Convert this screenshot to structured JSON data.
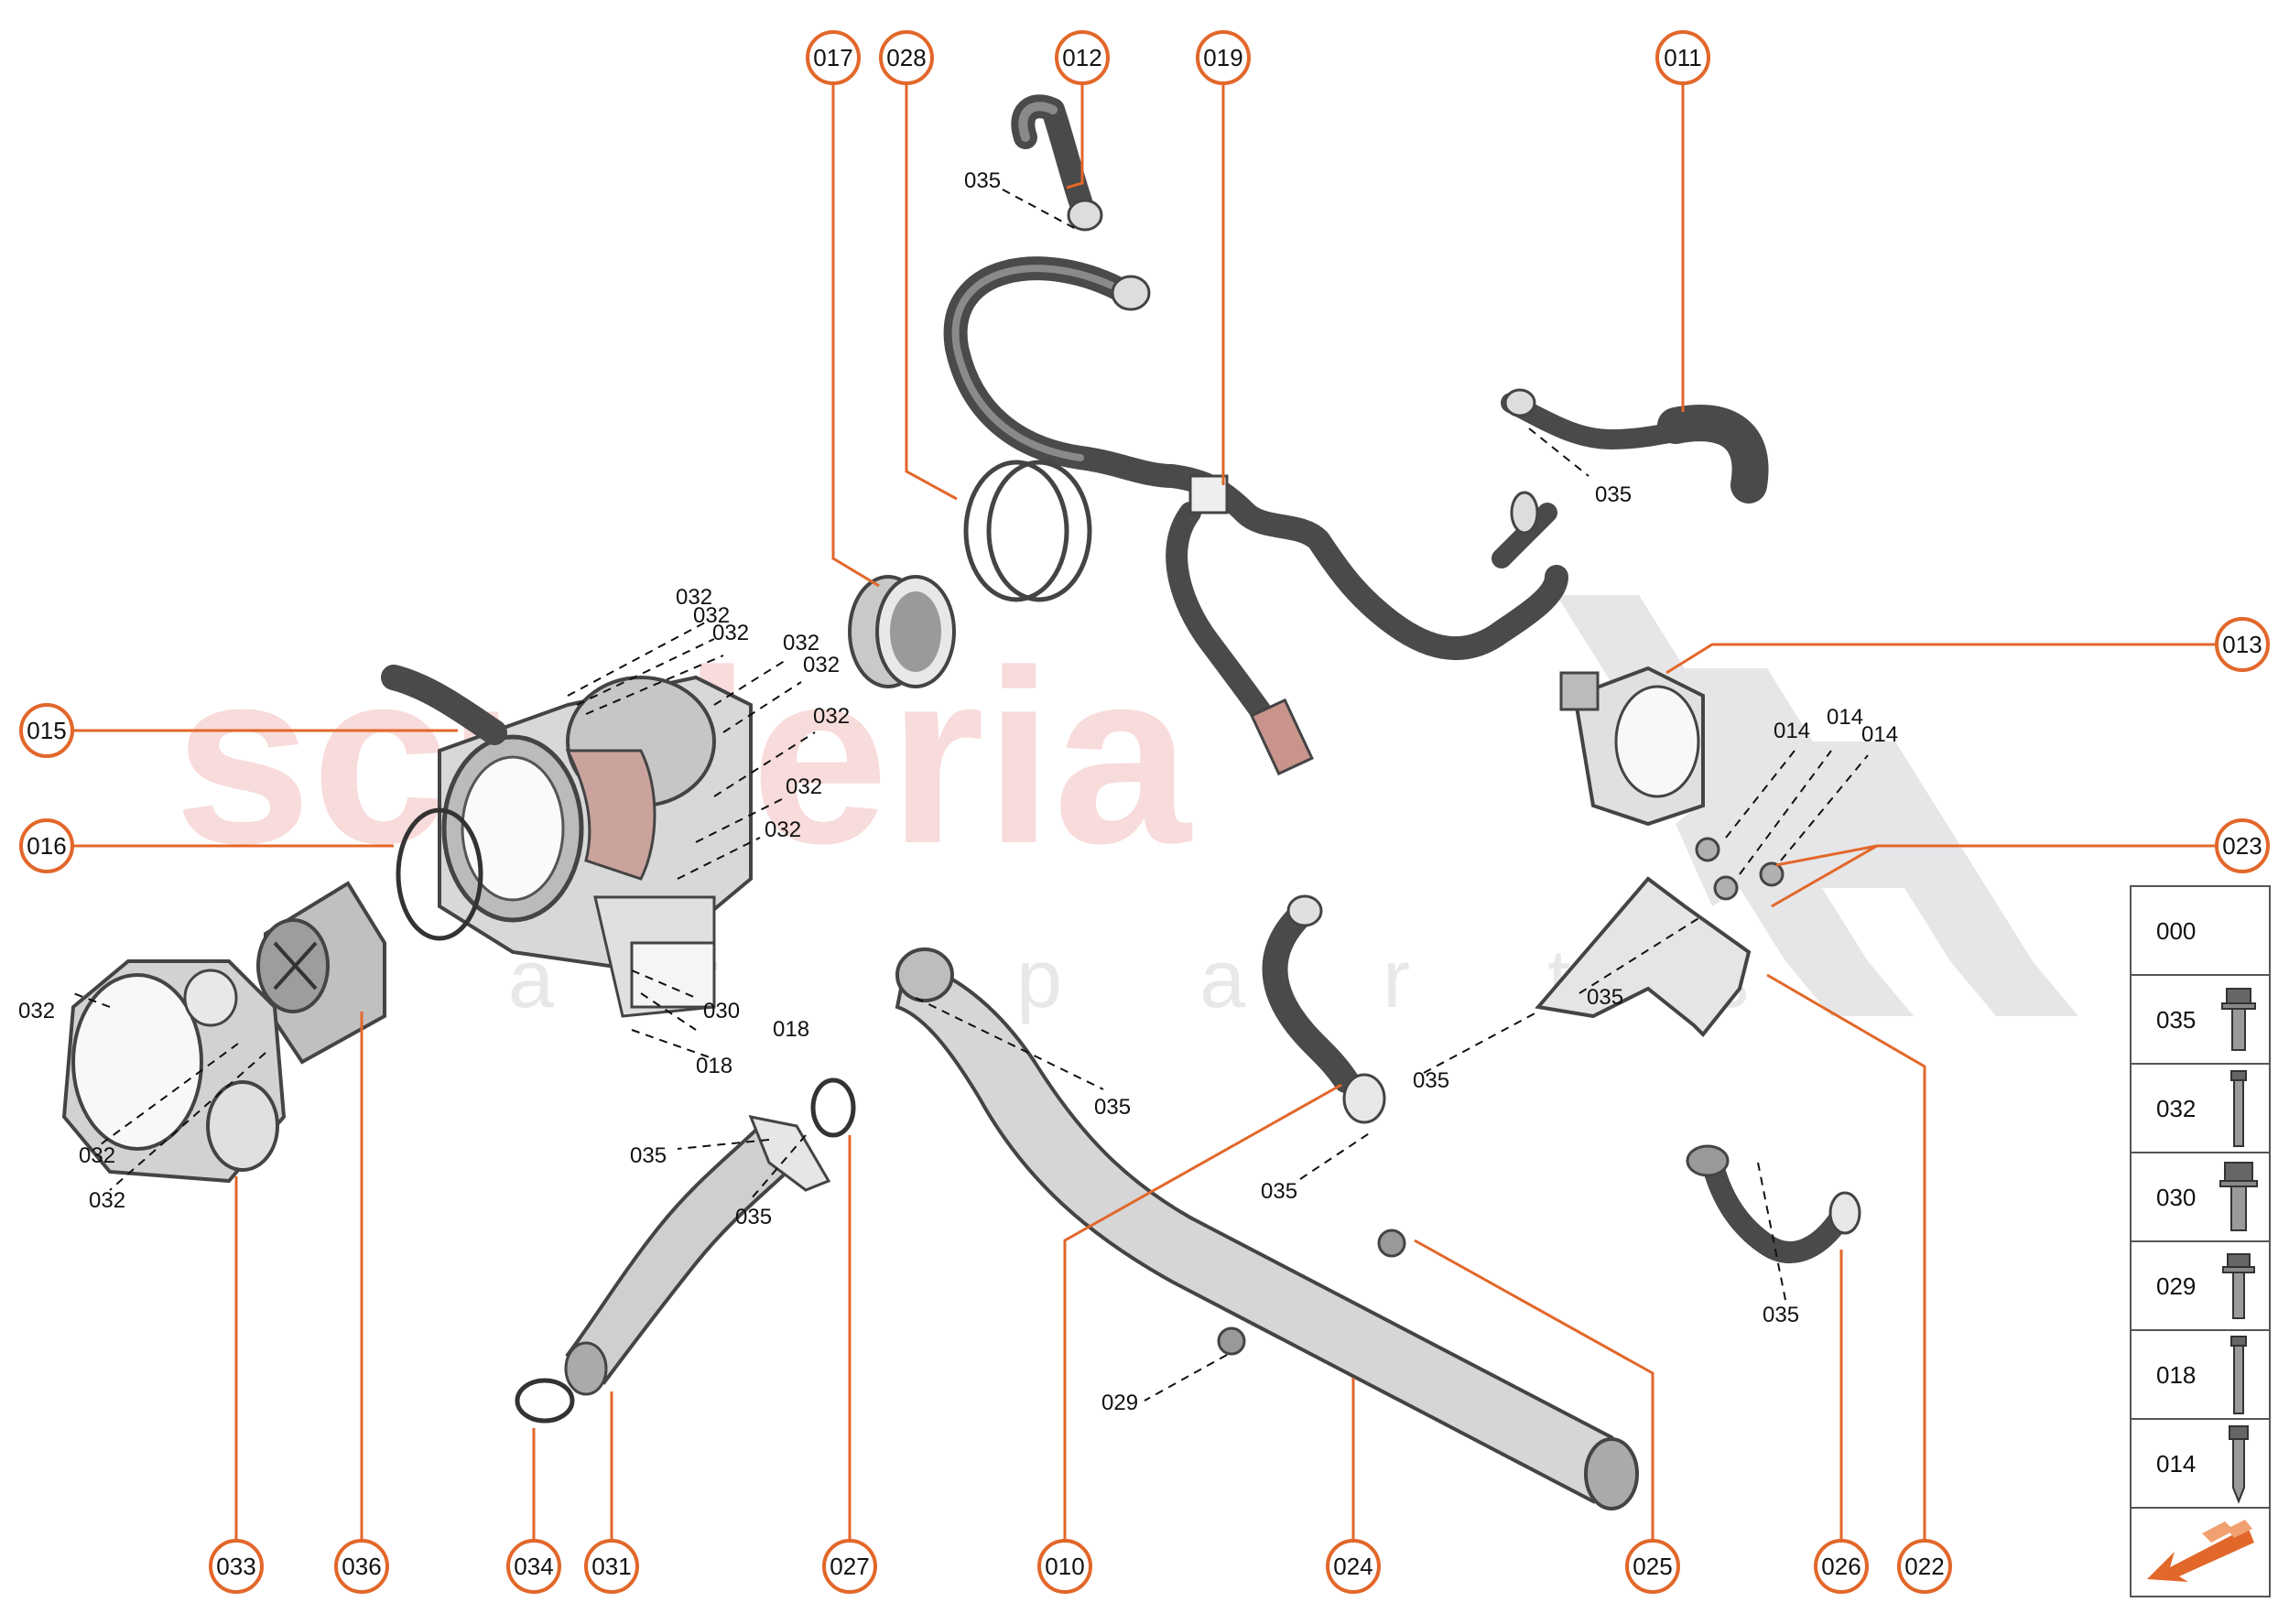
{
  "watermark": {
    "brand": "scuderia",
    "sub": "car parts"
  },
  "callouts": {
    "017": "017",
    "028": "028",
    "012": "012",
    "019": "019",
    "011": "011",
    "015": "015",
    "016": "016",
    "013": "013",
    "023": "023",
    "022": "022",
    "033": "033",
    "036": "036",
    "034": "034",
    "031": "031",
    "027": "027",
    "010": "010",
    "024": "024",
    "025": "025",
    "026": "026"
  },
  "labels": {
    "l035_a": "035",
    "l035_b": "035",
    "l035_c": "035",
    "l035_d": "035",
    "l035_e": "035",
    "l035_f": "035",
    "l035_g": "035",
    "l035_h": "035",
    "l035_i": "035",
    "l032_a": "032",
    "l032_b": "032",
    "l032_c": "032",
    "l032_d": "032",
    "l032_e": "032",
    "l032_f": "032",
    "l032_g": "032",
    "l032_h": "032",
    "l032_i": "032",
    "l032_j": "032",
    "l032_k": "032",
    "l014_a": "014",
    "l014_b": "014",
    "l014_c": "014",
    "l030": "030",
    "l018_a": "018",
    "l018_b": "018",
    "l029": "029"
  },
  "legend": {
    "items": [
      {
        "code": "000",
        "icon": "none"
      },
      {
        "code": "035",
        "icon": "flange-bolt-icon"
      },
      {
        "code": "032",
        "icon": "long-bolt-icon"
      },
      {
        "code": "030",
        "icon": "flange-bolt-icon"
      },
      {
        "code": "029",
        "icon": "flange-bolt-icon"
      },
      {
        "code": "018",
        "icon": "long-bolt-icon"
      },
      {
        "code": "014",
        "icon": "self-tapping-screw-icon"
      }
    ],
    "nav_icon": "next-arrow-icon"
  },
  "colors": {
    "accent": "#e2672a",
    "watermark": "#f4c9c9"
  }
}
